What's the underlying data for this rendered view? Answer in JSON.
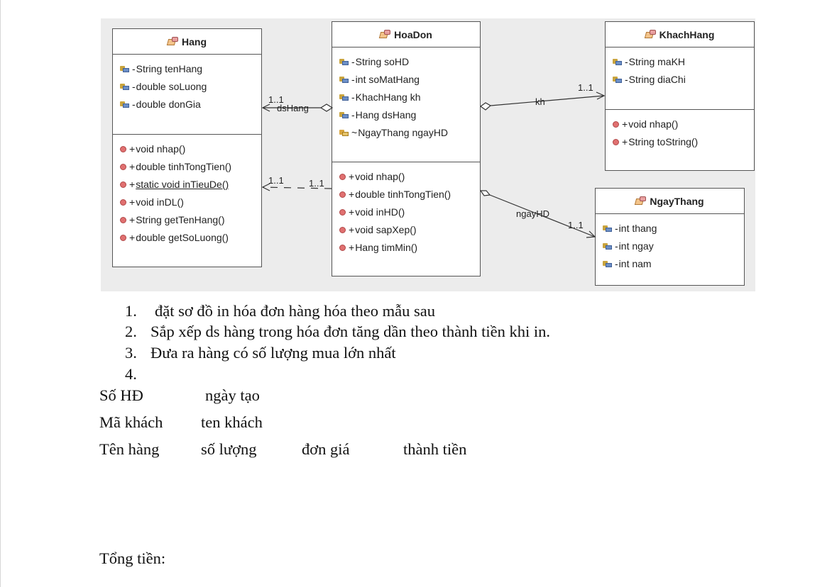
{
  "classes": {
    "hang": {
      "name": "Hang",
      "attributes": [
        "String tenHang",
        "double soLuong",
        "double donGia"
      ],
      "methods": [
        "void nhap()",
        "double tinhTongTien()",
        "static void inTieuDe()",
        "void inDL()",
        "String getTenHang()",
        "double getSoLuong()"
      ]
    },
    "hoadon": {
      "name": "HoaDon",
      "attributes": [
        "String soHD",
        "int soMatHang",
        "KhachHang kh",
        "Hang dsHang",
        "NgayThang ngayHD"
      ],
      "methods": [
        "void nhap()",
        "double tinhTongTien()",
        "void inHD()",
        "void sapXep()",
        "Hang timMin()"
      ]
    },
    "khachhang": {
      "name": "KhachHang",
      "attributes": [
        "String maKH",
        "String diaChi"
      ],
      "methods": [
        "void nhap()",
        "String toString()"
      ]
    },
    "ngaythang": {
      "name": "NgayThang",
      "attributes": [
        "int thang",
        "int ngay",
        "int nam"
      ]
    }
  },
  "visibility": {
    "private": "-",
    "public": "+",
    "package": "~"
  },
  "links": {
    "dshang": {
      "role": "dsHang",
      "mult": "1..1"
    },
    "kh": {
      "role": "kh",
      "mult": "1..1"
    },
    "ngayhd": {
      "role": "ngayHD",
      "mult": "1..1"
    },
    "dep": {
      "mult_hang": "1..1",
      "mult_hoadon": "1..1"
    }
  },
  "colors": {
    "diagram_bg": "#ececec",
    "border": "#555555",
    "method_icon": "#e07070"
  },
  "doc": {
    "list": [
      {
        "num": "1.",
        "text": "đặt sơ đồ in hóa đơn hàng hóa theo mẫu sau"
      },
      {
        "num": "2.",
        "text": "Sắp xếp ds hàng trong hóa đơn tăng dần theo thành tiền khi in."
      },
      {
        "num": "3.",
        "text": "Đưa ra hàng có số lượng mua lớn nhất"
      },
      {
        "num": "4.",
        "text": ""
      }
    ],
    "line1": {
      "a": "Số HĐ",
      "b": "ngày tạo"
    },
    "line2": {
      "a": "Mã khách",
      "b": "ten khách"
    },
    "line3": {
      "a": "Tên hàng",
      "b": "số lượng",
      "c": "đơn giá",
      "d": "thành tiền"
    },
    "total": "Tổng tiền:"
  }
}
